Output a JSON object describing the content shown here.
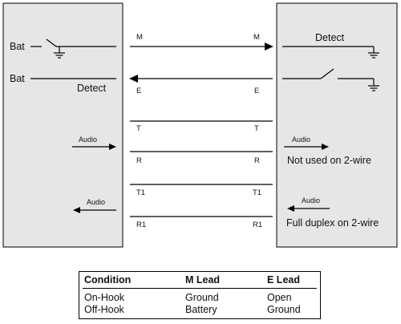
{
  "left_panel": {
    "bat_top": "Bat",
    "bat_bottom": "Bat",
    "detect": "Detect"
  },
  "right_panel": {
    "detect": "Detect"
  },
  "leads": [
    {
      "left": "M",
      "right": "M",
      "direction": "right"
    },
    {
      "left": "E",
      "right": "E",
      "direction": "left"
    },
    {
      "left": "T",
      "right": "T"
    },
    {
      "left": "R",
      "right": "R"
    },
    {
      "left": "T1",
      "right": "T1"
    },
    {
      "left": "R1",
      "right": "R1"
    }
  ],
  "audio": {
    "left_in": "Audio",
    "left_out": "Audio",
    "right_out": "Audio",
    "right_in": "Audio"
  },
  "notes": {
    "not_used": "Not used on 2-wire",
    "full_duplex": "Full duplex on 2-wire"
  },
  "table": {
    "headers": [
      "Condition",
      "M Lead",
      "E Lead"
    ],
    "rows": [
      [
        "On-Hook",
        "Ground",
        "Open"
      ],
      [
        "Off-Hook",
        "Battery",
        "Ground"
      ]
    ]
  },
  "colors": {
    "panel_fill": "#e6e6e6",
    "line": "#000000"
  }
}
